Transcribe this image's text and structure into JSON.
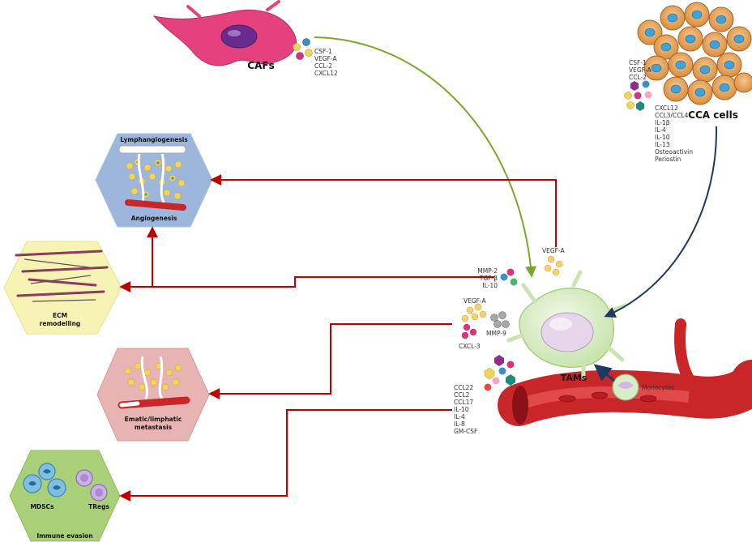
{
  "nodes": {
    "cafs": {
      "label": "CAFs",
      "factors": [
        "CSF-1",
        "VEGF-A",
        "CCL-2",
        "CXCL12"
      ]
    },
    "cca_cells": {
      "label": "CCA cells",
      "factors_top": [
        "CSF-1",
        "VEGF-A",
        "CCL-2"
      ],
      "factors_bottom": [
        "CXCL12",
        "CCL3/CCL4",
        "IL-1β",
        "IL-4",
        "IL-10",
        "IL-13",
        "Osteoactivin",
        "Periostin"
      ]
    },
    "tams": {
      "label": "TAMs"
    },
    "monocytes": {
      "label": "Monocytes"
    }
  },
  "secreted": {
    "vegf_top": "VEGF-A",
    "remodel": [
      "MMP-2",
      "TGF-β",
      "IL-10"
    ],
    "vegf_mid": "VEGF-A",
    "mmp9": "MMP-9",
    "cxcl3": "CXCL-3",
    "immune": [
      "CCL22",
      "CCL2",
      "CCL17",
      "IL-10",
      "IL-4",
      "IL-8",
      "GM-CSF"
    ]
  },
  "outcomes": {
    "angio": {
      "title_top": "Lymphangiogenesis",
      "title_bottom": "Angiogenesis"
    },
    "ecm": {
      "line1": "ECM",
      "line2": "remodelling"
    },
    "metastasis": {
      "line1": "Ematic/limphatic",
      "line2": "metastasis"
    },
    "immune": {
      "mdsc": "MDSCs",
      "tregs": "TRegs",
      "title": "Immune evasion"
    }
  },
  "colors": {
    "red_arrow": "#c00000",
    "green_arrow": "#7aa82b",
    "navy_arrow": "#1f3864",
    "hex_blue": "#9db7dc",
    "hex_yellow": "#f7f3b5",
    "hex_pink": "#e7b3b3",
    "hex_green": "#a9cf78",
    "caf_pink": "#e4417e",
    "tam_green": "#d9ecc6",
    "vessel_red": "#c9262a"
  }
}
